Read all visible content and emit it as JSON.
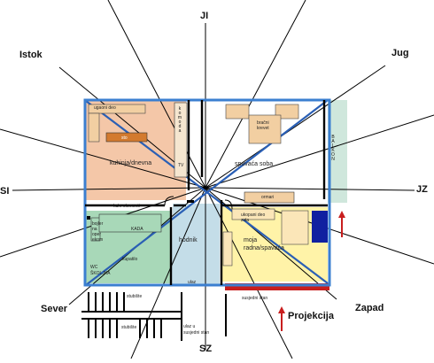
{
  "directions": {
    "ji": "JI",
    "istok": "Istok",
    "jug": "Jug",
    "si": "SI",
    "jz": "JZ",
    "sever": "Sever",
    "zapad": "Zapad",
    "sz": "SZ",
    "projekcija": "Projekcija"
  },
  "rooms": {
    "ugaoni_deo": "ugaoni deo",
    "sto": "sto",
    "kuhinja": "kuhinja/dnevna",
    "komoda_vertical": "komoda",
    "tv": "TV",
    "bracni_krevet_1": "bračni",
    "bracni_krevet_2": "krevet",
    "spavaca_soba": "spavaća soba",
    "balkon": "BALKON",
    "ormari": "ormari",
    "kuh_elementi": "kuh. elementi",
    "kada": "KADA",
    "bojler_1": "bojler",
    "bojler_2": "na",
    "bojler_3": "oper",
    "bojler_4": "ekom",
    "kupatilo": "kupatilo",
    "wc": "WC",
    "skoljka": "ŠKOLJKA",
    "hodnik": "hodnik",
    "ulaz": "ulaz",
    "zid_1": "ukopani deo",
    "zid_2": "zida",
    "moja_1": "moja",
    "moja_2": "radna/spavaća",
    "stubiste_1": "stubište",
    "stubiste_2": "stubište",
    "ulaz_u_stan_1": "ulaz u",
    "ulaz_u_stan_2": "susjedni stan",
    "susjedni_stan": "susjedni stan"
  },
  "colors": {
    "outer_wall": "#3b7fd0",
    "diagonal": "#2a5fb5",
    "kuhinja_fill": "#f4c7a8",
    "spavaca_fill": "#ffffff",
    "kupatilo_fill": "#a8d8b8",
    "hodnik_fill": "#c4dde8",
    "radna_fill": "#fff3a8",
    "balkon_fill": "#cfe7dc",
    "furniture_orange": "#f2cfa2",
    "sto_fill": "#d37a2e",
    "radiator_red": "#c81e1e",
    "dark_blue": "#1020a0"
  }
}
